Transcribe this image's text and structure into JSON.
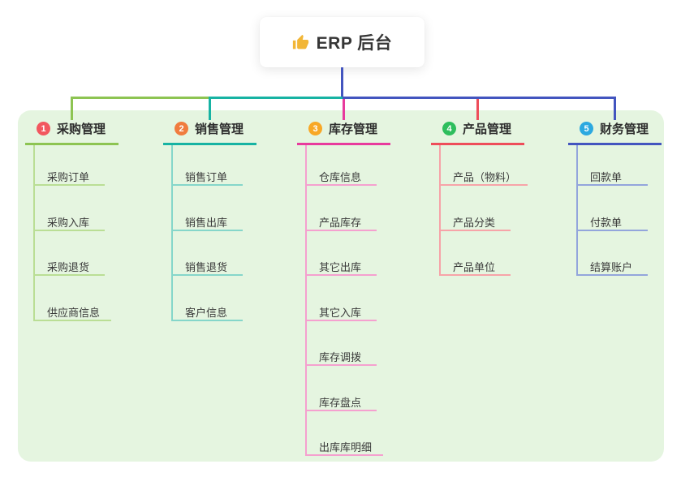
{
  "root": {
    "icon": "thumbs-up",
    "label": "ERP 后台"
  },
  "branches": [
    {
      "number": "1",
      "label": "采购管理",
      "color": "#8dc452",
      "light_color": "#bade95",
      "badge_color": "#f2575f",
      "children": [
        "采购订单",
        "采购入库",
        "采购退货",
        "供应商信息"
      ]
    },
    {
      "number": "2",
      "label": "销售管理",
      "color": "#17b3a3",
      "light_color": "#85d6ca",
      "badge_color": "#f07c3e",
      "children": [
        "销售订单",
        "销售出库",
        "销售退货",
        "客户信息"
      ]
    },
    {
      "number": "3",
      "label": "库存管理",
      "color": "#e83a9d",
      "light_color": "#f5a0cf",
      "badge_color": "#f8a826",
      "children": [
        "仓库信息",
        "产品库存",
        "其它出库",
        "其它入库",
        "库存调拨",
        "库存盘点",
        "出库库明细"
      ]
    },
    {
      "number": "4",
      "label": "产品管理",
      "color": "#ee4d5a",
      "light_color": "#f7a3a8",
      "badge_color": "#2ebe5d",
      "children": [
        "产品（物料）",
        "产品分类",
        "产品单位"
      ]
    },
    {
      "number": "5",
      "label": "财务管理",
      "color": "#4355bf",
      "light_color": "#93a5dc",
      "badge_color": "#2ca9e0",
      "children": [
        "回款单",
        "付款单",
        "结算账户"
      ]
    }
  ],
  "colors": {
    "panel_background": "#e5f5e0",
    "root_connector": "#4355bf",
    "icon_gold": "#f2b636"
  }
}
